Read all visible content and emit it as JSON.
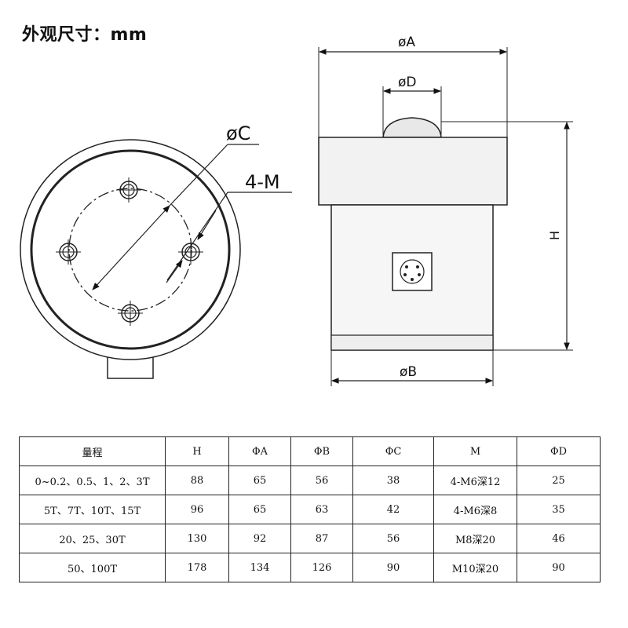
{
  "title": "外观尺寸：mm",
  "diagram": {
    "label_phi_a": "øA",
    "label_phi_d": "øD",
    "label_phi_c": "øC",
    "label_holes": "4-M",
    "label_phi_b": "øB",
    "label_h": "H"
  },
  "table": {
    "headers": [
      "量程",
      "H",
      "ΦA",
      "ΦB",
      "ΦC",
      "M",
      "ΦD"
    ],
    "rows": [
      [
        "0~0.2、0.5、1、2、3T",
        "88",
        "65",
        "56",
        "38",
        "4-M6深12",
        "25"
      ],
      [
        "5T、7T、10T、15T",
        "96",
        "65",
        "63",
        "42",
        "4-M6深8",
        "35"
      ],
      [
        "20、25、30T",
        "130",
        "92",
        "87",
        "56",
        "M8深20",
        "46"
      ],
      [
        "50、100T",
        "178",
        "134",
        "126",
        "90",
        "M10深20",
        "90"
      ]
    ]
  }
}
